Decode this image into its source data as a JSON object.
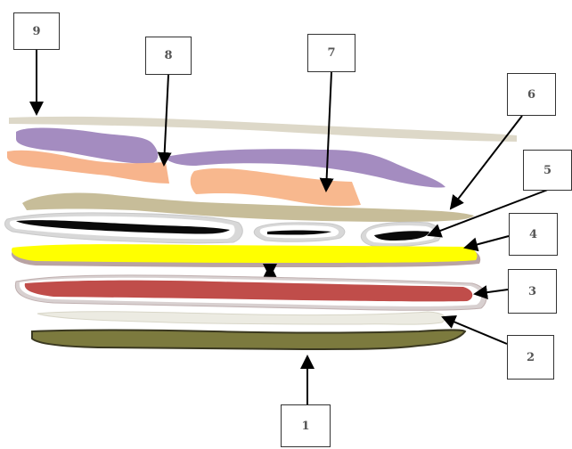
{
  "labels": {
    "l1": "1",
    "l2": "2",
    "l3": "3",
    "l4": "4",
    "l5": "5",
    "l6": "6",
    "l7": "7",
    "l8": "8",
    "l9": "9"
  },
  "colors": {
    "layer_9": "#ddd8c8",
    "layer_8_purple": "#a48cc0",
    "layer_8_peach": "#f7b48c",
    "layer_7_peach": "#f8b88e",
    "layer_6": "#c7bd99",
    "layer_5_dark": "#0a0a0a",
    "layer_4": "#ffff00",
    "layer_3": "#c04d4a",
    "layer_2": "#ecebe2",
    "layer_1": "#7c7a3e",
    "arrows": "#000000"
  }
}
